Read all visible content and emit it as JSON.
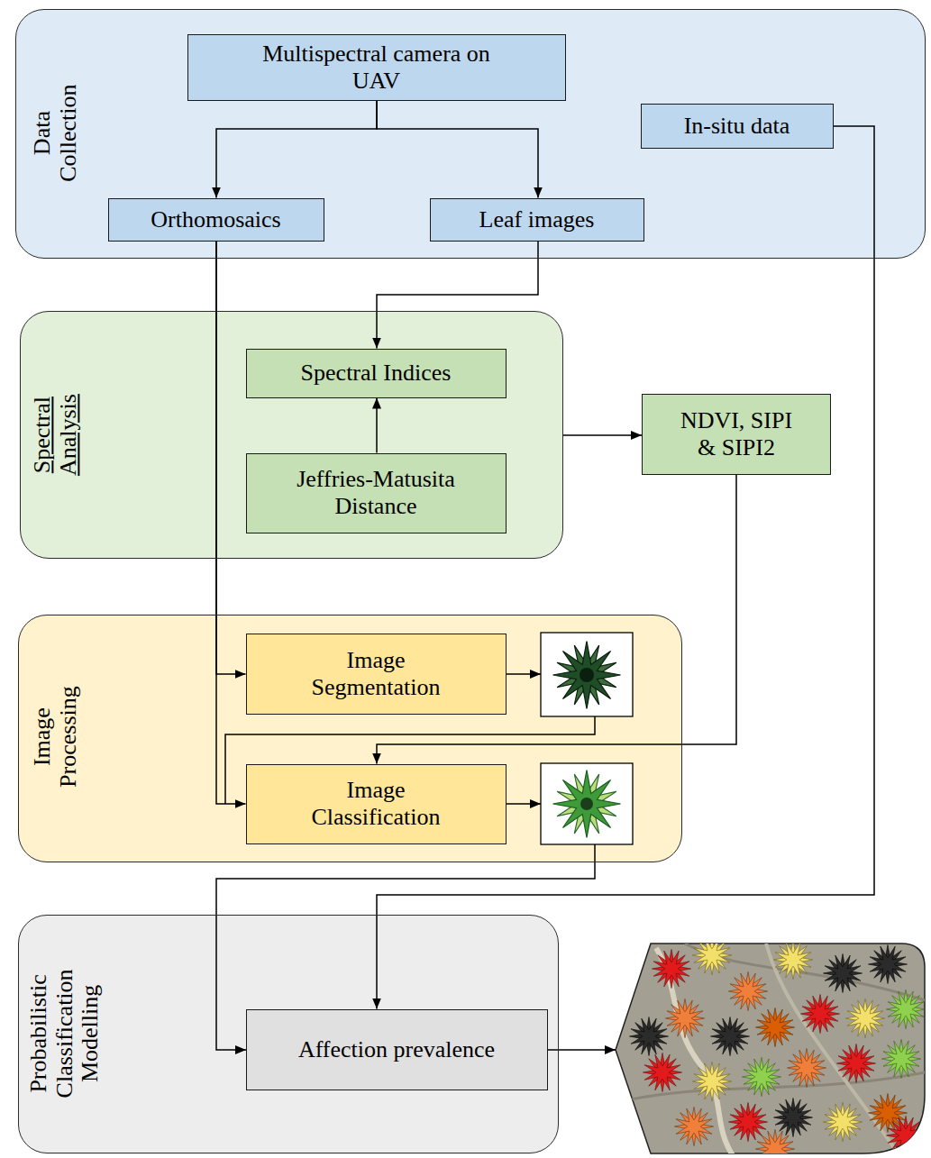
{
  "diagram": {
    "nodes": [
      {
        "text": [
          "Data Collection"
        ]
      },
      {
        "text": [
          "Multispectral camera on UAV"
        ],
        "in": 0
      },
      {
        "text": [
          "In-situ data"
        ],
        "in": 0
      },
      {
        "text": [
          "Orthomosaics"
        ],
        "in": 0
      },
      {
        "text": [
          "Leaf images"
        ],
        "in": 0
      },
      {
        "text": [
          "Spectral Analysis"
        ]
      },
      {
        "text": [
          "Spectral Indices"
        ],
        "in": 5
      },
      {
        "text": [
          "Jeffries-Matusita Distance"
        ],
        "in": 5
      },
      {
        "text": [
          "NDVI, SIPI & SIPI2"
        ]
      },
      {
        "text": [
          "Image Processing"
        ]
      },
      {
        "text": [
          "Image Segmentation"
        ],
        "in": 9
      },
      {
        "text": [
          "Image Classification"
        ],
        "in": 9
      },
      {
        "text": [
          "Probabilistic Classification Modelling"
        ]
      },
      {
        "text": [
          "Affection prevalence"
        ],
        "in": 12
      }
    ],
    "edges": [
      {
        "from": 1,
        "to": 3,
        "arrow": "to"
      },
      {
        "from": 1,
        "to": 4,
        "arrow": "to"
      },
      {
        "from": 4,
        "to": 6,
        "arrow": "to"
      },
      {
        "from": 7,
        "to": 6,
        "arrow": "to"
      },
      {
        "from": 5,
        "to": 8,
        "arrow": "to"
      },
      {
        "from": 3,
        "to": 10,
        "arrow": "to"
      },
      {
        "from": 3,
        "to": 11,
        "arrow": "to"
      },
      {
        "from": 8,
        "to": 11,
        "arrow": "to"
      },
      {
        "from": 2,
        "to": 13,
        "arrow": "to"
      }
    ]
  }
}
